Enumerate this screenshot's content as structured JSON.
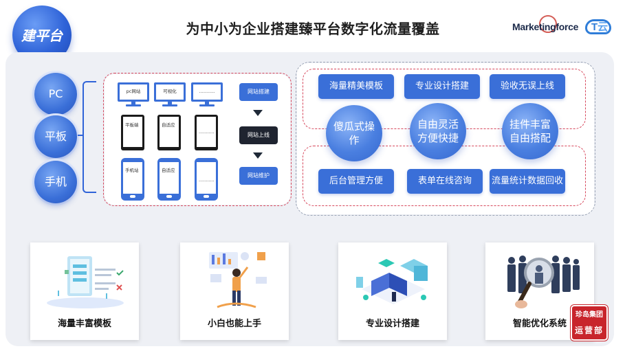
{
  "header": {
    "badge_label": "建平台",
    "title": "为中小为企业搭建臻平台数字化流量覆盖",
    "brand_name": "Marketingforce",
    "ct_logo": "T",
    "ct_logo_suffix": "云",
    "brand_color": "#2f63d8"
  },
  "devices": [
    "PC",
    "平板",
    "手机"
  ],
  "monitors": [
    "pc网站",
    "可视化",
    "..........."
  ],
  "tablets": [
    "平板端",
    "自适应",
    "..........."
  ],
  "phones": [
    "手机站",
    "自适应",
    "..........."
  ],
  "flow": {
    "step1": "网站搭建",
    "step2": "网站上线",
    "step3": "网站维护"
  },
  "features_top": [
    "海量精美模板",
    "专业设计搭建",
    "验收无误上线"
  ],
  "bubbles": [
    "傻瓜式操作",
    "自由灵活方便快捷",
    "挂件丰富自由搭配"
  ],
  "features_bottom": [
    "后台管理方便",
    "表单在线咨询",
    "流量统计数据回收"
  ],
  "cards": [
    "海量丰富模板",
    "小白也能上手",
    "专业设计搭建",
    "智能优化系统"
  ],
  "seal": {
    "line1": "珍岛集团",
    "line2": "运营部"
  },
  "icons": [
    "template-illustration-icon",
    "presenter-illustration-icon",
    "isometric-design-icon",
    "magnifier-people-icon"
  ]
}
